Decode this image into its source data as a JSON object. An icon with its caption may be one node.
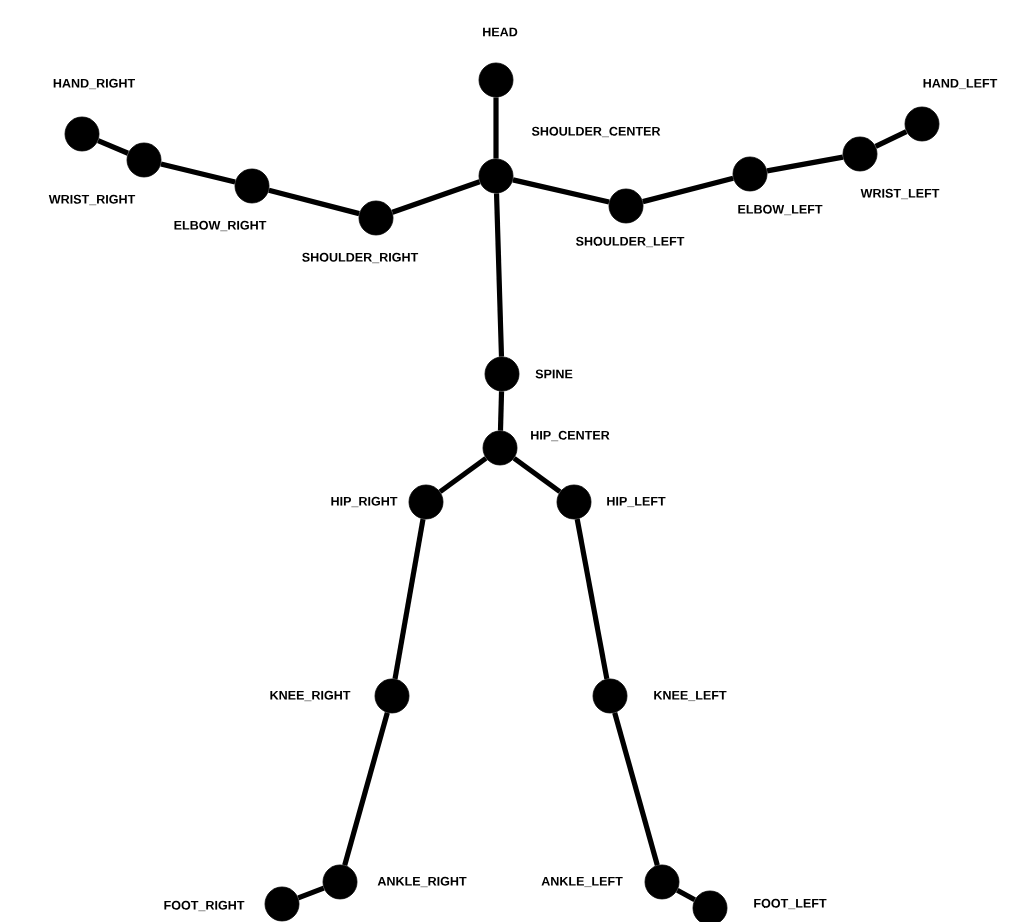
{
  "diagram": {
    "nodes": [
      {
        "text": [],
        "shape": "circle",
        "beside": [
          "HEAD"
        ]
      },
      {
        "text": [],
        "shape": "circle",
        "beside": [
          "SHOULDER_CENTER"
        ]
      },
      {
        "text": [],
        "shape": "circle",
        "beside": [
          "HAND_RIGHT"
        ]
      },
      {
        "text": [],
        "shape": "circle",
        "beside": [
          "WRIST_RIGHT"
        ]
      },
      {
        "text": [],
        "shape": "circle",
        "beside": [
          "ELBOW_RIGHT"
        ]
      },
      {
        "text": [],
        "shape": "circle",
        "beside": [
          "SHOULDER_RIGHT"
        ]
      },
      {
        "text": [],
        "shape": "circle",
        "beside": [
          "SHOULDER_LEFT"
        ]
      },
      {
        "text": [],
        "shape": "circle",
        "beside": [
          "ELBOW_LEFT"
        ]
      },
      {
        "text": [],
        "shape": "circle",
        "beside": [
          "WRIST_LEFT"
        ]
      },
      {
        "text": [],
        "shape": "circle",
        "beside": [
          "HAND_LEFT"
        ]
      },
      {
        "text": [],
        "shape": "circle",
        "beside": [
          "SPINE"
        ]
      },
      {
        "text": [],
        "shape": "circle",
        "beside": [
          "HIP_CENTER"
        ]
      },
      {
        "text": [],
        "shape": "circle",
        "beside": [
          "HIP_RIGHT"
        ]
      },
      {
        "text": [],
        "shape": "circle",
        "beside": [
          "HIP_LEFT"
        ]
      },
      {
        "text": [],
        "shape": "circle",
        "beside": [
          "KNEE_RIGHT"
        ]
      },
      {
        "text": [],
        "shape": "circle",
        "beside": [
          "KNEE_LEFT"
        ]
      },
      {
        "text": [],
        "shape": "circle",
        "beside": [
          "FOOT_RIGHT"
        ]
      },
      {
        "text": [],
        "shape": "circle",
        "beside": [
          "ANKLE_RIGHT"
        ]
      },
      {
        "text": [],
        "shape": "circle",
        "beside": [
          "ANKLE_LEFT"
        ]
      },
      {
        "text": [],
        "shape": "circle",
        "beside": [
          "FOOT_LEFT"
        ]
      }
    ],
    "edges": [
      {
        "from": 0,
        "to": 1,
        "arrow": "none"
      },
      {
        "from": 1,
        "to": 5,
        "arrow": "none"
      },
      {
        "from": 5,
        "to": 4,
        "arrow": "none"
      },
      {
        "from": 4,
        "to": 3,
        "arrow": "none"
      },
      {
        "from": 3,
        "to": 2,
        "arrow": "none"
      },
      {
        "from": 1,
        "to": 6,
        "arrow": "none"
      },
      {
        "from": 6,
        "to": 7,
        "arrow": "none"
      },
      {
        "from": 7,
        "to": 8,
        "arrow": "none"
      },
      {
        "from": 8,
        "to": 9,
        "arrow": "none"
      },
      {
        "from": 1,
        "to": 10,
        "arrow": "none"
      },
      {
        "from": 10,
        "to": 11,
        "arrow": "none"
      },
      {
        "from": 11,
        "to": 12,
        "arrow": "none"
      },
      {
        "from": 12,
        "to": 14,
        "arrow": "none"
      },
      {
        "from": 14,
        "to": 17,
        "arrow": "none"
      },
      {
        "from": 17,
        "to": 16,
        "arrow": "none"
      },
      {
        "from": 11,
        "to": 13,
        "arrow": "none"
      },
      {
        "from": 13,
        "to": 15,
        "arrow": "none"
      },
      {
        "from": 15,
        "to": 18,
        "arrow": "none"
      },
      {
        "from": 18,
        "to": 19,
        "arrow": "none"
      }
    ]
  }
}
